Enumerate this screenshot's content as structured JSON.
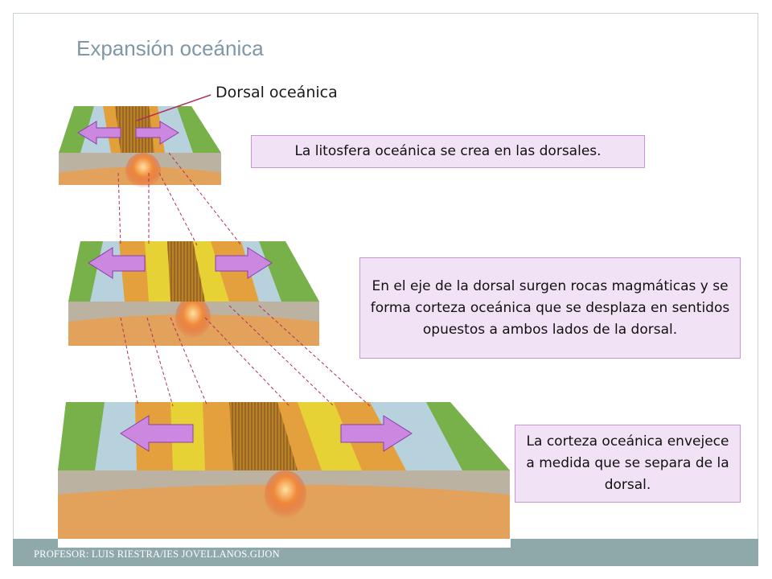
{
  "title": "Expansión oceánica",
  "ridge_label": "Dorsal oceánica",
  "captions": [
    "La litosfera oceánica se crea en las dorsales.",
    "En el eje de la dorsal surgen rocas magmáticas y se forma corteza oceánica que se desplaza en sentidos opuestos a ambos lados de la dorsal.",
    "La corteza oceánica envejece a medida que se separa de la dorsal."
  ],
  "footer": "PROFESOR: LUIS RIESTRA/IES JOVELLANOS.GIJON",
  "colors": {
    "arrow_fill": "#cc88e0",
    "arrow_stroke": "#8a3ea8",
    "guide_line": "#b0305a",
    "box_fill": "#f2e2f6",
    "box_border": "#c896d6",
    "title": "#7f97a6",
    "footer_bar": "#8fa9aa"
  }
}
